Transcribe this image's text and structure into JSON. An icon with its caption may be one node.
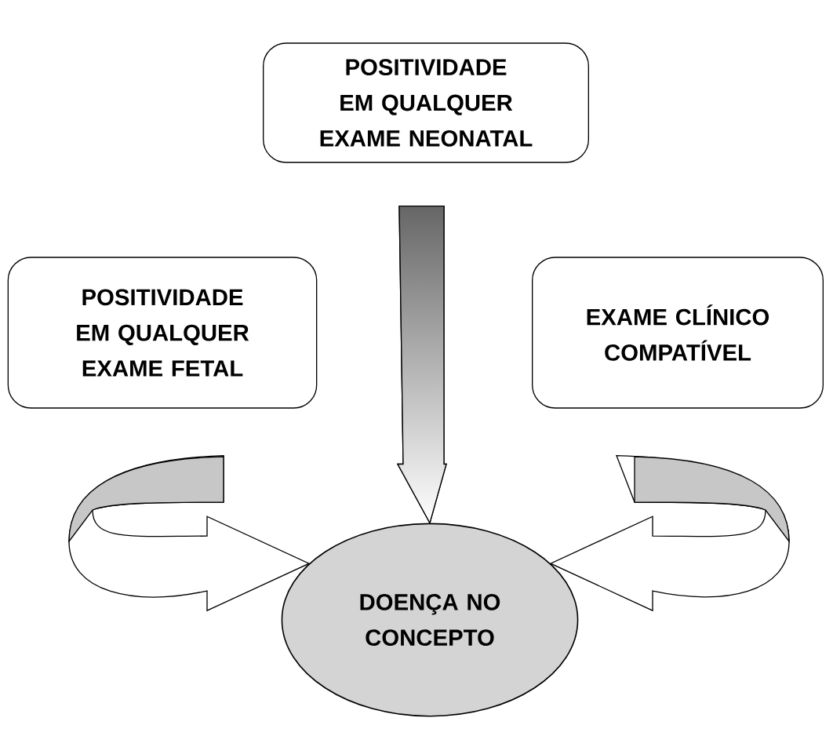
{
  "diagram": {
    "nodes": [
      {
        "text": [
          "POSITIVIDADE EM QUALQUER EXAME NEONATAL"
        ]
      },
      {
        "text": [
          "POSITIVIDADE EM QUALQUER EXAME FETAL"
        ]
      },
      {
        "text": [
          "EXAME CLÍNICO COMPATÍVEL"
        ]
      },
      {
        "text": [
          "DOENÇA NO CONCEPTO"
        ]
      }
    ],
    "edges": [
      {
        "from": 0,
        "to": 3,
        "arrow": "to"
      },
      {
        "from": 1,
        "to": 3,
        "arrow": "to"
      },
      {
        "from": 2,
        "to": 3,
        "arrow": "to"
      }
    ]
  }
}
